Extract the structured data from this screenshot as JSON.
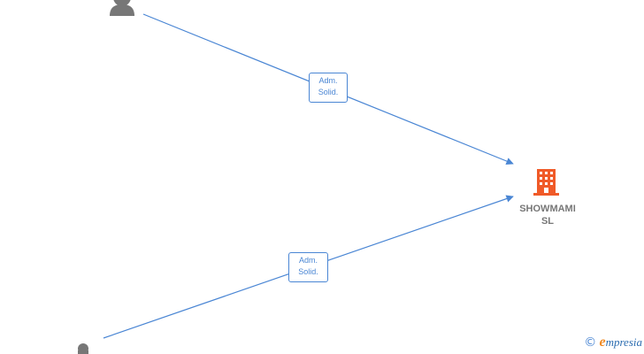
{
  "relations": [
    {
      "label": "Adm.\nSolid."
    },
    {
      "label": "Adm.\nSolid."
    }
  ],
  "company": {
    "name": "SHOWMAMI\nSL",
    "color": "#f05a28"
  },
  "colors": {
    "edge": "#4a86d4",
    "person": "#777777"
  },
  "icons": {
    "person": "person-icon",
    "company": "building-icon"
  },
  "watermark": {
    "symbol": "©",
    "brand_initial": "e",
    "brand_rest": "mpresia"
  }
}
